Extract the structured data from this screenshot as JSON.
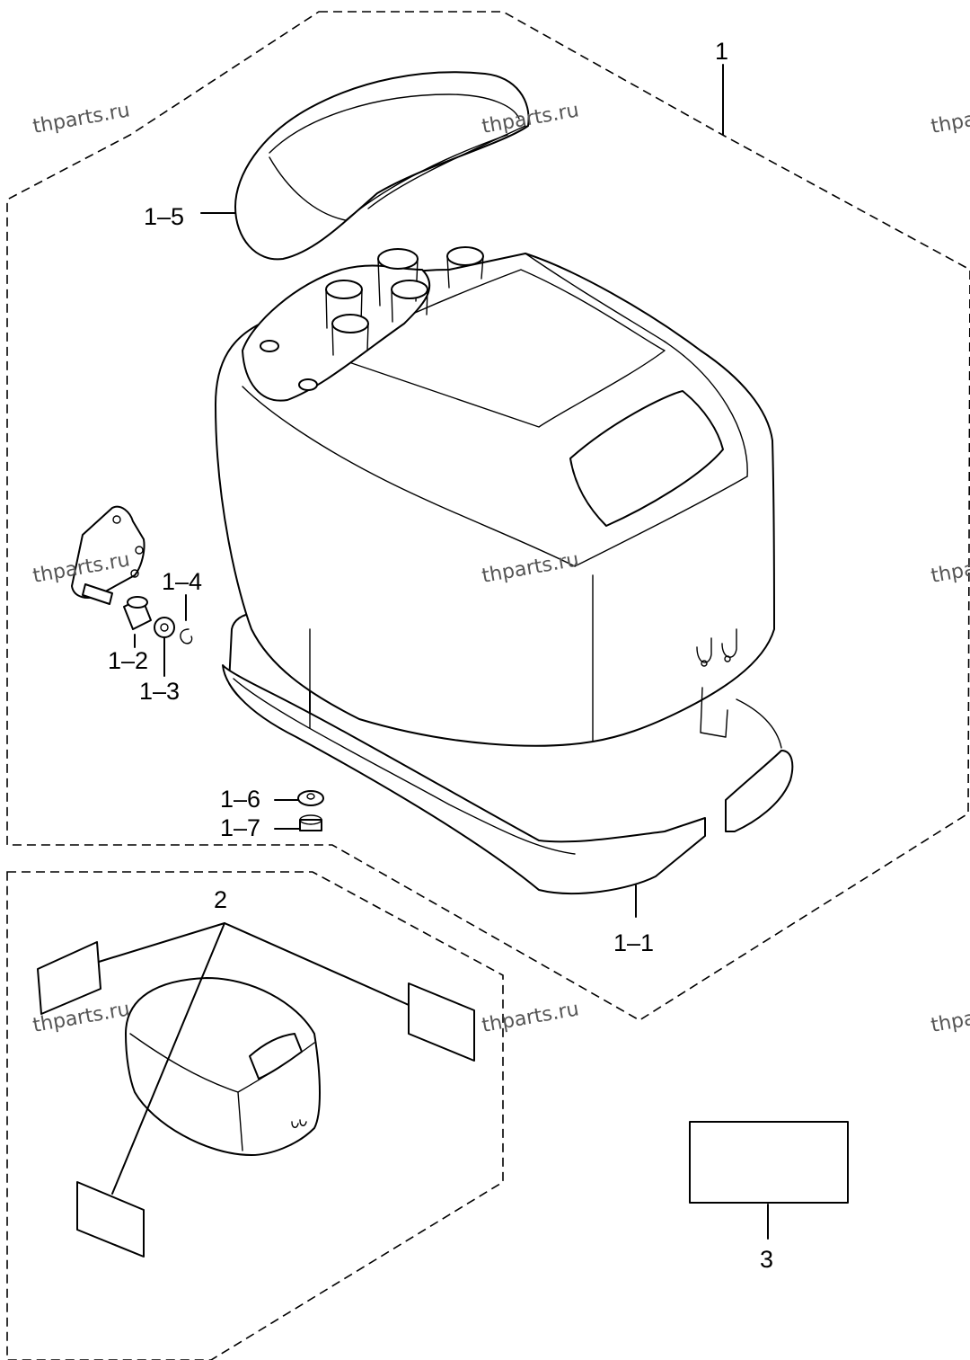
{
  "watermark": "thparts.ru",
  "callouts": {
    "assembly": "1",
    "cover": "1–1",
    "collar": "1–2",
    "washer": "1–3",
    "clip": "1–4",
    "lid": "1–5",
    "grommet": "1–6",
    "nut": "1–7",
    "emblem_set": "2",
    "label": "3"
  },
  "colors": {
    "line": "#000000",
    "background": "#ffffff",
    "watermark": "#555555"
  }
}
